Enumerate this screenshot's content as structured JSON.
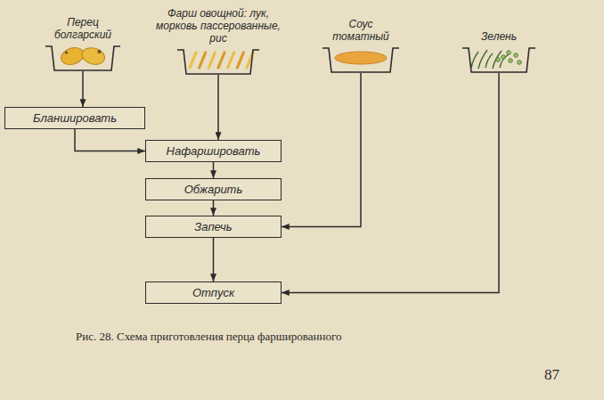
{
  "diagram": {
    "caption": "Рис. 28. Схема приготовления перца фаршированного",
    "nodes": [
      {
        "text": [
          "Перец болгарский"
        ]
      },
      {
        "text": [
          "Фарш овощной: лук, морковь пассерованные, рис"
        ]
      },
      {
        "text": [
          "Соус томатный"
        ]
      },
      {
        "text": [
          "Зелень"
        ]
      },
      {
        "text": [
          "Бланшировать"
        ]
      },
      {
        "text": [
          "Нафаршировать"
        ]
      },
      {
        "text": [
          "Обжарить"
        ]
      },
      {
        "text": [
          "Запечь"
        ]
      },
      {
        "text": [
          "Отпуск"
        ]
      }
    ],
    "edges": [
      {
        "from": 0,
        "to": 4,
        "arrow": "to"
      },
      {
        "from": 4,
        "to": 5,
        "arrow": "to"
      },
      {
        "from": 1,
        "to": 5,
        "arrow": "to"
      },
      {
        "from": 5,
        "to": 6,
        "arrow": "to"
      },
      {
        "from": 6,
        "to": 7,
        "arrow": "to"
      },
      {
        "from": 2,
        "to": 7,
        "arrow": "to"
      },
      {
        "from": 7,
        "to": 8,
        "arrow": "to"
      },
      {
        "from": 3,
        "to": 8,
        "arrow": "to"
      }
    ],
    "labels": [
      "87"
    ]
  }
}
